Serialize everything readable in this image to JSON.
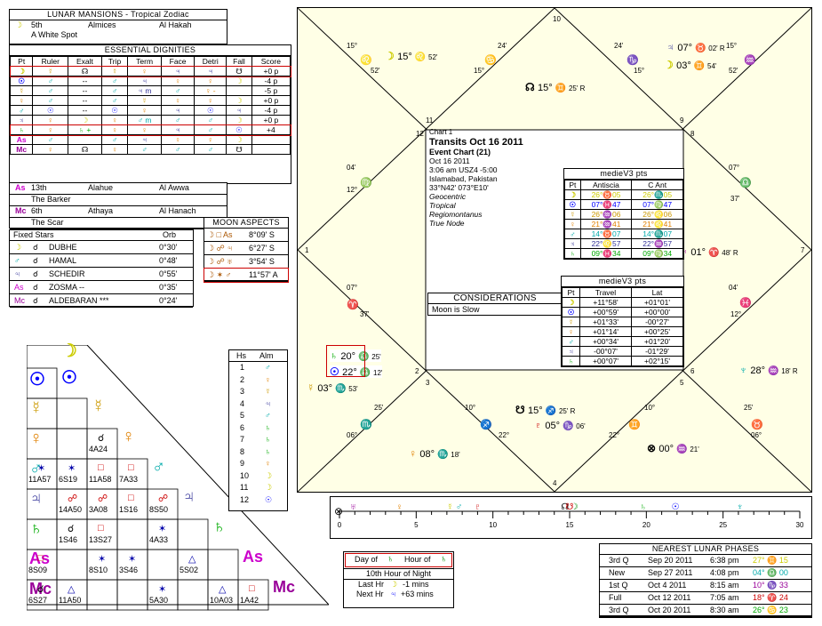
{
  "mansions": {
    "title": "LUNAR MANSIONS - Tropical Zodiac",
    "rows": [
      {
        "g": "☽",
        "c1": "5th",
        "c2": "Almices",
        "c3": "Al Hakah"
      },
      {
        "g": "",
        "c1": "A White Spot",
        "c2": "",
        "c3": ""
      }
    ]
  },
  "dignities": {
    "title": "ESSENTIAL DIGNITIES",
    "headers": [
      "Pt",
      "Ruler",
      "Exalt",
      "Trip",
      "Term",
      "Face",
      "Detri",
      "Fall",
      "Score"
    ],
    "rows": [
      {
        "pt": "☽",
        "cells": [
          "☿",
          "☊",
          "☿",
          "♀",
          "♃",
          "♃",
          "☋",
          "+0 p"
        ],
        "hl": true
      },
      {
        "pt": "☉",
        "cells": [
          "♂",
          "--",
          "♂",
          "♃",
          "♀",
          "♀",
          "☽",
          "-4 p"
        ]
      },
      {
        "pt": "☿",
        "cells": [
          "♂",
          "--",
          "♂",
          "♃ m",
          "♂",
          "♀ -",
          "",
          "-5 p"
        ]
      },
      {
        "pt": "♀",
        "cells": [
          "♂",
          "--",
          "♂",
          "☿",
          "♀",
          "♀",
          "☽",
          "+0 p"
        ]
      },
      {
        "pt": "♂",
        "cells": [
          "☉",
          "--",
          "☉",
          "♀",
          "♃",
          "☉",
          "♃",
          "-4 p"
        ]
      },
      {
        "pt": "♃",
        "cells": [
          "♀",
          "☽",
          "♀",
          "♂ m",
          "♂",
          "♂",
          "☽",
          "+0 p"
        ]
      },
      {
        "pt": "♄",
        "cells": [
          "♀",
          "♄ +",
          "♀",
          "♀",
          "♃",
          "♂",
          "☉",
          "+4"
        ],
        "hl": true
      },
      {
        "pt": "As",
        "cells": [
          "♂",
          "",
          "♂",
          "♃",
          "♀",
          "♀",
          "☽",
          ""
        ]
      },
      {
        "pt": "Mc",
        "cells": [
          "♀",
          "☊",
          "♀",
          "♂",
          "♂",
          "♂",
          "☋",
          ""
        ]
      }
    ]
  },
  "mansions2": [
    {
      "g": "As",
      "c1": "13th",
      "c2": "Alahue",
      "c3": "Al Awwa"
    },
    {
      "g": "",
      "c1": "The Barker",
      "c2": "",
      "c3": ""
    },
    {
      "g": "Mc",
      "c1": "6th",
      "c2": "Athaya",
      "c3": "Al Hanach"
    },
    {
      "g": "",
      "c1": "The Scar",
      "c2": "",
      "c3": ""
    }
  ],
  "fixed_stars": {
    "title": "Fixed Stars",
    "orb_label": "Orb",
    "rows": [
      {
        "p": "☽",
        "a": "☌",
        "name": "DUBHE",
        "orb": "0°30'"
      },
      {
        "p": "♂",
        "a": "☌",
        "name": "HAMAL",
        "orb": "0°48'"
      },
      {
        "p": "♃",
        "a": "☌",
        "name": "SCHEDIR",
        "orb": "0°55'"
      },
      {
        "p": "As",
        "a": "☌",
        "name": "ZOSMA --",
        "orb": "0°35'"
      },
      {
        "p": "Mc",
        "a": "☌",
        "name": "ALDEBARAN ***",
        "orb": "0°24'"
      }
    ]
  },
  "moon_aspects": {
    "title": "MOON ASPECTS",
    "rows": [
      {
        "a": "☽ □ As",
        "v": "8°09' S"
      },
      {
        "a": "☽ ☍ ♃",
        "v": "6°27' S"
      },
      {
        "a": "☽ ☍ ♅",
        "v": "3°54' S"
      },
      {
        "a": "☽ ✶ ♂",
        "v": "11°57' A"
      }
    ]
  },
  "aspect_grid": {
    "planets": [
      "☽",
      "☉",
      "☿",
      "♀",
      "♂",
      "♃",
      "♄",
      "As",
      "Mc"
    ],
    "cells": [
      {
        "r": 3,
        "c": 2,
        "sym": "☌",
        "val": "4A24"
      },
      {
        "r": 4,
        "c": 0,
        "sym": "✶",
        "val": "11A57"
      },
      {
        "r": 4,
        "c": 1,
        "sym": "✶",
        "val": "6S19"
      },
      {
        "r": 4,
        "c": 2,
        "sym": "□",
        "val": "11A58"
      },
      {
        "r": 4,
        "c": 3,
        "sym": "□",
        "val": "7A33"
      },
      {
        "r": 5,
        "c": 1,
        "sym": "☍",
        "val": "14A50"
      },
      {
        "r": 5,
        "c": 2,
        "sym": "☍",
        "val": "3A08"
      },
      {
        "r": 5,
        "c": 3,
        "sym": "□",
        "val": "1S16"
      },
      {
        "r": 5,
        "c": 4,
        "sym": "☍",
        "val": "8S50"
      },
      {
        "r": 6,
        "c": 1,
        "sym": "☌",
        "val": "1S46"
      },
      {
        "r": 6,
        "c": 2,
        "sym": "□",
        "val": "13S27"
      },
      {
        "r": 6,
        "c": 4,
        "sym": "✶",
        "val": "4A33"
      },
      {
        "r": 7,
        "c": 0,
        "sym": "□",
        "val": "8S09"
      },
      {
        "r": 7,
        "c": 2,
        "sym": "✶",
        "val": "8S10"
      },
      {
        "r": 7,
        "c": 3,
        "sym": "✶",
        "val": "3S46"
      },
      {
        "r": 7,
        "c": 5,
        "sym": "△",
        "val": "5S02"
      },
      {
        "r": 8,
        "c": 0,
        "sym": "☌",
        "val": "6S27"
      },
      {
        "r": 8,
        "c": 1,
        "sym": "△",
        "val": "11A50"
      },
      {
        "r": 8,
        "c": 4,
        "sym": "✶",
        "val": "5A30"
      },
      {
        "r": 8,
        "c": 6,
        "sym": "△",
        "val": "10A03"
      },
      {
        "r": 8,
        "c": 7,
        "sym": "□",
        "val": "1A42"
      }
    ]
  },
  "houses": {
    "h1": "Hs",
    "h2": "Alm",
    "rows": [
      {
        "n": "1",
        "a": "♂"
      },
      {
        "n": "2",
        "a": "♀"
      },
      {
        "n": "3",
        "a": "☿"
      },
      {
        "n": "4",
        "a": "♃"
      },
      {
        "n": "5",
        "a": "♂"
      },
      {
        "n": "6",
        "a": "♄"
      },
      {
        "n": "7",
        "a": "♄"
      },
      {
        "n": "8",
        "a": "♄"
      },
      {
        "n": "9",
        "a": "♀"
      },
      {
        "n": "10",
        "a": "☽"
      },
      {
        "n": "11",
        "a": "☽"
      },
      {
        "n": "12",
        "a": "☉"
      }
    ]
  },
  "chart": {
    "info": {
      "chart_label": "Chart 1",
      "title": "Transits Oct 16 2011",
      "subtitle": "Event Chart (21)",
      "lines": [
        "Oct 16 2011",
        "3:06 am  USZ4 -5:00",
        "Islamabad, Pakistan",
        "33°N42' 073°E10'"
      ],
      "italic": [
        "Geocentric",
        "Tropical",
        "Regiomontanus",
        "True Node"
      ]
    },
    "house_numbers": [
      "10",
      "11",
      "12",
      "1",
      "2",
      "3",
      "4",
      "5",
      "6",
      "7",
      "8",
      "9"
    ],
    "cusps": [
      {
        "t": "15°",
        "g": "♌",
        "m": "52'"
      },
      {
        "t": "24'",
        "g": "♋",
        "m": "15°"
      },
      {
        "t": "04'",
        "g": "♍",
        "m": "12°"
      },
      {
        "t": "07°",
        "g": "♎",
        "m": "37'"
      },
      {
        "t": "25'",
        "g": "♏",
        "m": "06°"
      },
      {
        "t": "10°",
        "g": "♐",
        "m": "22°"
      },
      {
        "t": "15°",
        "g": "♒",
        "m": "52'"
      },
      {
        "t": "24'",
        "g": "♑",
        "m": "15°"
      },
      {
        "t": "04'",
        "g": "♓",
        "m": "12°"
      },
      {
        "t": "07°",
        "g": "♈",
        "m": "37'"
      },
      {
        "t": "25'",
        "g": "♉",
        "m": "06°"
      },
      {
        "t": "10°",
        "g": "♊",
        "m": "22°"
      }
    ],
    "planets": [
      {
        "g": "☽",
        "d": "15°",
        "s": "♌",
        "m": "52'"
      },
      {
        "g": "☊",
        "d": "15°",
        "s": "♊",
        "m": "25' R"
      },
      {
        "g": "♃",
        "d": "07°",
        "s": "♉",
        "m": "02' R"
      },
      {
        "g": "☽",
        "d": "03°",
        "s": "♊",
        "m": "54'"
      },
      {
        "g": "♅",
        "d": "01°",
        "s": "♈",
        "m": "48' R"
      },
      {
        "g": "♆",
        "d": "28°",
        "s": "♒",
        "m": "18' R"
      },
      {
        "g": "♄",
        "d": "20°",
        "s": "♎",
        "m": "25'"
      },
      {
        "g": "☉",
        "d": "22°",
        "s": "♎",
        "m": "12'"
      },
      {
        "g": "☿",
        "d": "03°",
        "s": "♏",
        "m": "53'"
      },
      {
        "g": "♀",
        "d": "08°",
        "s": "♏",
        "m": "18'"
      },
      {
        "g": "☋",
        "d": "15°",
        "s": "♐",
        "m": "25' R"
      },
      {
        "g": "♇",
        "d": "05°",
        "s": "♑",
        "m": "06'"
      },
      {
        "g": "⊗",
        "d": "00°",
        "s": "♒",
        "m": "21'"
      }
    ],
    "considerations_title": "CONSIDERATIONS",
    "considerations": [
      "Moon is Slow"
    ],
    "antiscia": {
      "title": "medieV3 pts",
      "headers": [
        "Pt",
        "Antiscia",
        "C Ant"
      ],
      "rows": [
        {
          "p": "☽",
          "a": "26°♉05",
          "c": "26°♏05"
        },
        {
          "p": "☉",
          "a": "07°♓47",
          "c": "07°♍47"
        },
        {
          "p": "☿",
          "a": "26°♒06",
          "c": "26°♌06"
        },
        {
          "p": "♀",
          "a": "21°♒41",
          "c": "21°♌41"
        },
        {
          "p": "♂",
          "a": "14°♉07",
          "c": "14°♏07"
        },
        {
          "p": "♃",
          "a": "22°♌57",
          "c": "22°♒57"
        },
        {
          "p": "♄",
          "a": "09°♓34",
          "c": "09°♍34"
        }
      ]
    },
    "travel": {
      "title": "medieV3 pts",
      "headers": [
        "Pt",
        "Travel",
        "Lat"
      ],
      "rows": [
        {
          "p": "☽",
          "t": "+11°58'",
          "l": "+01°01'"
        },
        {
          "p": "☉",
          "t": "+00°59'",
          "l": "+00°00'"
        },
        {
          "p": "☿",
          "t": "+01°33'",
          "l": "-00°27'"
        },
        {
          "p": "♀",
          "t": "+01°14'",
          "l": "+00°25'"
        },
        {
          "p": "♂",
          "t": "+00°34'",
          "l": "+01°20'"
        },
        {
          "p": "♃",
          "t": "-00°07'",
          "l": "-01°29'"
        },
        {
          "p": "♄",
          "t": "+00°07'",
          "l": "+02°15'"
        }
      ]
    }
  },
  "strip": {
    "ticks": [
      "0",
      "5",
      "10",
      "15",
      "20",
      "25",
      "30"
    ],
    "glyphs": [
      {
        "g": "♅",
        "pos": 0.03,
        "c": "#909"
      },
      {
        "g": "♀",
        "pos": 0.13,
        "c": "#e08000"
      },
      {
        "g": "☿",
        "pos": 0.24,
        "c": "#cc0"
      },
      {
        "g": "♂",
        "pos": 0.26,
        "c": "#0aa"
      },
      {
        "g": "♇",
        "pos": 0.3,
        "c": "#c00"
      },
      {
        "g": "☊",
        "pos": 0.49,
        "c": "#000"
      },
      {
        "g": "☋",
        "pos": 0.5,
        "c": "#c00"
      },
      {
        "g": "☽",
        "pos": 0.51,
        "c": "#080"
      },
      {
        "g": "♄",
        "pos": 0.66,
        "c": "#0a0"
      },
      {
        "g": "☉",
        "pos": 0.73,
        "c": "#00f"
      },
      {
        "g": "♆",
        "pos": 0.87,
        "c": "#0aa"
      }
    ]
  },
  "day_hour": {
    "day_label": "Day of",
    "day_glyph": "♄",
    "hour_label": "Hour of",
    "hour_glyph": "♄",
    "line2": "10th Hour of Night",
    "last_label": "Last Hr",
    "last_glyph": "☽",
    "last_val": "-1 mins",
    "next_label": "Next Hr",
    "next_glyph": "♃",
    "next_val": "+63 mins"
  },
  "lunar_phases": {
    "title": "NEAREST LUNAR PHASES",
    "rows": [
      {
        "ph": "3rd Q",
        "date": "Sep 20 2011",
        "time": "6:38 pm",
        "pos": "27° ♊ 15",
        "c": "#cc0"
      },
      {
        "ph": "New",
        "date": "Sep 27 2011",
        "time": "4:08 pm",
        "pos": "04° ♎ 00",
        "c": "#0aa"
      },
      {
        "ph": "1st Q",
        "date": "Oct 4 2011",
        "time": "8:15 am",
        "pos": "10° ♑ 33",
        "c": "#909"
      },
      {
        "ph": "Full",
        "date": "Oct 12 2011",
        "time": "7:05 am",
        "pos": "18° ♈ 24",
        "c": "#c00"
      },
      {
        "ph": "3rd Q",
        "date": "Oct 20 2011",
        "time": "8:30 am",
        "pos": "26° ♋ 23",
        "c": "#0a0"
      }
    ]
  }
}
